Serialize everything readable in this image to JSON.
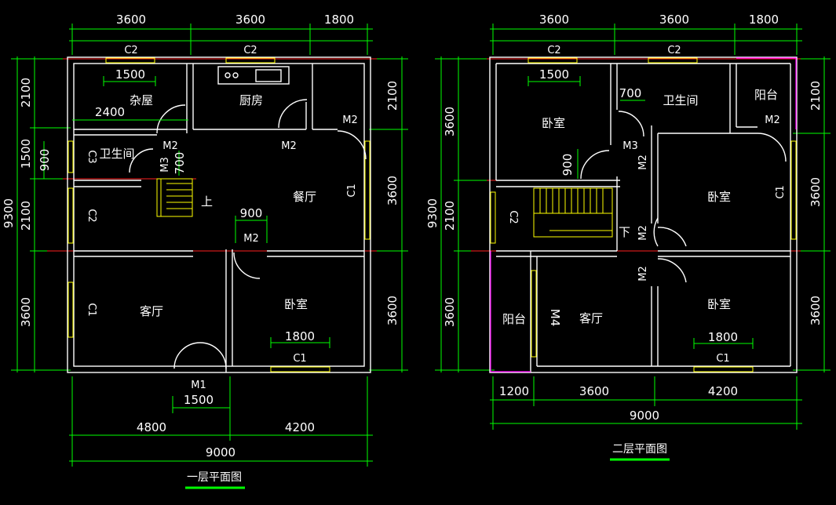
{
  "floor1": {
    "title": "一层平面图",
    "top_dims": [
      "3600",
      "3600",
      "1800"
    ],
    "left_dims": [
      "2100",
      "1500",
      "2100",
      "3600"
    ],
    "total_height": "9300",
    "right_dims": [
      "2100",
      "3600",
      "3600"
    ],
    "bottom_dims": [
      "4800",
      "4200"
    ],
    "total_width": "9000",
    "rooms": {
      "storage": "杂屋",
      "kitchen": "厨房",
      "bathroom": "卫生间",
      "dining": "餐厅",
      "living": "客厅",
      "bedroom": "卧室"
    },
    "stair_up": "上",
    "tags": {
      "c2a": "C2",
      "c2b": "C2",
      "c2left": "C2",
      "c3": "C3",
      "c1left": "C1",
      "c1right": "C1",
      "c1bottom": "C1",
      "m2a": "M2",
      "m2b": "M2",
      "m2c": "M2",
      "m2d": "M2",
      "m3": "M3",
      "m1": "M1"
    },
    "inner_dims": {
      "d1500": "1500",
      "d2400": "2400",
      "d900a": "900",
      "d700": "700",
      "d900b": "900",
      "d1800": "1800",
      "d1500m1": "1500"
    }
  },
  "floor2": {
    "title": "二层平面图",
    "top_dims": [
      "3600",
      "3600",
      "1800"
    ],
    "left_dims": [
      "3600",
      "2100",
      "3600"
    ],
    "total_height": "9300",
    "right_dims": [
      "2100",
      "3600",
      "3600"
    ],
    "bottom_dims": [
      "1200",
      "3600",
      "4200"
    ],
    "total_width": "9000",
    "rooms": {
      "bedroomA": "卧室",
      "bathroom": "卫生间",
      "balconyTop": "阳台",
      "bedroomB": "卧室",
      "living": "客厅",
      "bedroomC": "卧室",
      "balconyLeft": "阳台"
    },
    "stair_down": "下",
    "tags": {
      "c2a": "C2",
      "c2b": "C2",
      "c2left": "C2",
      "c1right": "C1",
      "c1bottom": "C1",
      "m2a": "M2",
      "m2b": "M2",
      "m2c": "M2",
      "m2d": "M2",
      "m3": "M3",
      "m4": "M4"
    },
    "inner_dims": {
      "d1500": "1500",
      "d700": "700",
      "d900": "900",
      "d1800": "1800"
    }
  }
}
